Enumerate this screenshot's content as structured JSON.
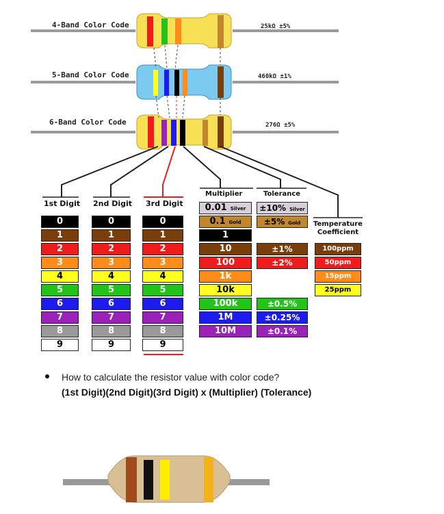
{
  "resistors": [
    {
      "label": "4-Band Color Code",
      "value": "25kΩ ±5%",
      "body_color": "#f7df56"
    },
    {
      "label": "5-Band Color Code",
      "value": "460kΩ ±1%",
      "body_color": "#7ccaf0"
    },
    {
      "label": "6-Band Color Code",
      "value": "276Ω ±5%",
      "body_color": "#f7df56"
    }
  ],
  "digit_columns": [
    {
      "header": "1st Digit"
    },
    {
      "header": "2nd Digit"
    },
    {
      "header": "3rd Digit"
    }
  ],
  "digits": [
    {
      "text": "0",
      "color": "#000000",
      "dark": false
    },
    {
      "text": "1",
      "color": "#7a3d0c",
      "dark": false
    },
    {
      "text": "2",
      "color": "#ee1c1c",
      "dark": false
    },
    {
      "text": "3",
      "color": "#ff8c1a",
      "dark": false
    },
    {
      "text": "4",
      "color": "#ffff22",
      "dark": true
    },
    {
      "text": "5",
      "color": "#22c41a",
      "dark": false
    },
    {
      "text": "6",
      "color": "#1c1cee",
      "dark": false
    },
    {
      "text": "7",
      "color": "#9b22b8",
      "dark": false
    },
    {
      "text": "8",
      "color": "#9a9a9a",
      "dark": false
    },
    {
      "text": "9",
      "color": "#ffffff",
      "dark": true
    }
  ],
  "multiplier": {
    "header": "Multiplier",
    "cells": [
      {
        "text": "0.01",
        "sub": "Silver",
        "color": "#d8d0d8",
        "dark": true
      },
      {
        "text": "0.1",
        "sub": "Gold",
        "color": "#c1862e",
        "dark": true
      },
      {
        "text": "1",
        "sub": "",
        "color": "#000000",
        "dark": false
      },
      {
        "text": "10",
        "sub": "",
        "color": "#7a3d0c",
        "dark": false
      },
      {
        "text": "100",
        "sub": "",
        "color": "#ee1c1c",
        "dark": false
      },
      {
        "text": "1k",
        "sub": "",
        "color": "#ff8c1a",
        "dark": false
      },
      {
        "text": "10k",
        "sub": "",
        "color": "#ffff22",
        "dark": true
      },
      {
        "text": "100k",
        "sub": "",
        "color": "#22c41a",
        "dark": false
      },
      {
        "text": "1M",
        "sub": "",
        "color": "#1c1cee",
        "dark": false
      },
      {
        "text": "10M",
        "sub": "",
        "color": "#9b22b8",
        "dark": false
      }
    ]
  },
  "tolerance": {
    "header": "Tolerance",
    "cells": [
      {
        "text": "±10%",
        "sub": "Silver",
        "color": "#d8d0d8",
        "dark": true,
        "row": 0
      },
      {
        "text": "±5%",
        "sub": "Gold",
        "color": "#c1862e",
        "dark": true,
        "row": 1
      },
      {
        "text": "±1%",
        "sub": "",
        "color": "#7a3d0c",
        "dark": false,
        "row": 3
      },
      {
        "text": "±2%",
        "sub": "",
        "color": "#ee1c1c",
        "dark": false,
        "row": 4
      },
      {
        "text": "±0.5%",
        "sub": "",
        "color": "#22c41a",
        "dark": false,
        "row": 7
      },
      {
        "text": "±0.25%",
        "sub": "",
        "color": "#1c1cee",
        "dark": false,
        "row": 8
      },
      {
        "text": "±0.1%",
        "sub": "",
        "color": "#9b22b8",
        "dark": false,
        "row": 9
      }
    ]
  },
  "tempco": {
    "header": "Temperature Coefficient",
    "cells": [
      {
        "text": "100ppm",
        "color": "#7a3d0c",
        "dark": false
      },
      {
        "text": "50ppm",
        "color": "#ee1c1c",
        "dark": false
      },
      {
        "text": "15ppm",
        "color": "#ff8c1a",
        "dark": false
      },
      {
        "text": "25ppm",
        "color": "#ffff22",
        "dark": true
      }
    ]
  },
  "question": "How to calculate the resistor value with color code?",
  "formula": "(1st Digit)(2nd Digit)(3rd Digit) x (Multiplier) (Tolerance)"
}
